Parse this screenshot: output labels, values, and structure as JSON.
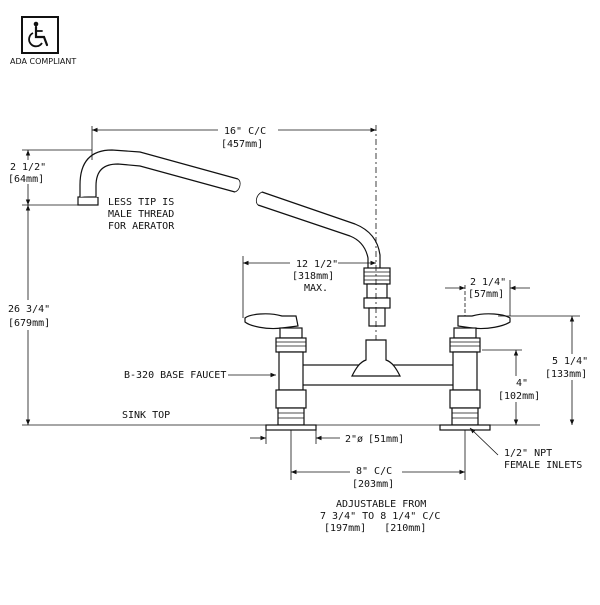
{
  "badge": {
    "caption": "ADA COMPLIANT",
    "icon": "wheelchair-icon"
  },
  "dimensions": {
    "spout_center": {
      "imperial": "16\" C/C",
      "metric": "[457mm]"
    },
    "spout_drop": {
      "imperial": "2 1/2\"",
      "metric": "[64mm]"
    },
    "overall_height": {
      "imperial": "26 3/4\"",
      "metric": "[679mm]"
    },
    "handle_spread": {
      "imperial": "12 1/2\"",
      "metric": "[318mm]",
      "note": "MAX."
    },
    "handle_offset": {
      "imperial": "2 1/4\"",
      "metric": "[57mm]"
    },
    "valve_height": {
      "imperial": "5 1/4\"",
      "metric": "[133mm]"
    },
    "body_height": {
      "imperial": "4\"",
      "metric": "[102mm]"
    },
    "shank_diameter": {
      "imperial": "2\"ø",
      "metric": "[51mm]"
    },
    "inlet_center": {
      "imperial": "8\" C/C",
      "metric": "[203mm]"
    }
  },
  "notes": {
    "aerator": [
      "LESS TIP IS",
      "MALE THREAD",
      "FOR AERATOR"
    ],
    "base_faucet": "B-320 BASE FAUCET",
    "sink_top": "SINK TOP",
    "inlets": [
      "1/2\" NPT",
      "FEMALE INLETS"
    ],
    "adjustable": [
      "ADJUSTABLE FROM",
      "7 3/4\" TO 8 1/4\" C/C",
      "[197mm]   [210mm]"
    ]
  }
}
